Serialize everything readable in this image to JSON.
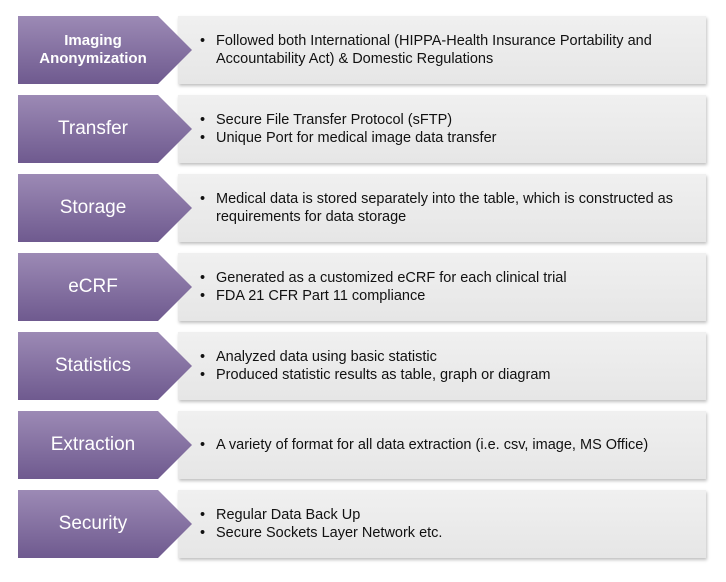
{
  "rows": [
    {
      "label": "Imaging\nAnonymization",
      "items": [
        "Followed both International (HIPPA-Health Insurance Portability and Accountability Act) & Domestic Regulations"
      ]
    },
    {
      "label": "Transfer",
      "items": [
        "Secure File Transfer Protocol (sFTP)",
        "Unique Port for medical image data transfer"
      ]
    },
    {
      "label": "Storage",
      "items": [
        "Medical data is stored separately into the table, which is constructed as requirements for data storage"
      ]
    },
    {
      "label": "eCRF",
      "items": [
        "Generated as a customized eCRF for each clinical trial",
        "FDA  21 CFR Part 11 compliance"
      ]
    },
    {
      "label": "Statistics",
      "items": [
        "Analyzed data using basic statistic",
        "Produced statistic results as table, graph or diagram"
      ]
    },
    {
      "label": "Extraction",
      "items": [
        "A variety of format for all data extraction (i.e. csv, image, MS Office)"
      ]
    },
    {
      "label": "Security",
      "items": [
        "Regular Data Back Up",
        "Secure Sockets Layer Network etc."
      ]
    }
  ],
  "colors": {
    "chevron_light": "#9c8ab5",
    "chevron_dark": "#6f5a8f",
    "panel": "#ececec",
    "text": "#111111"
  }
}
